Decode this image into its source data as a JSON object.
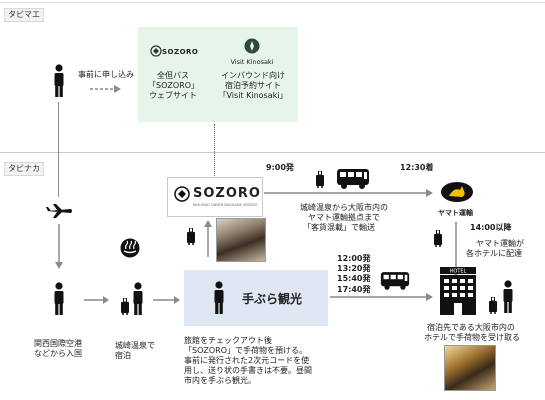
{
  "sections": {
    "tabimae": "タビマエ",
    "tabinaka": "タビナカ"
  },
  "pre_trip": {
    "apply_label": "事前に申し込み",
    "sozoro_logo": "SOZORO",
    "sozoro_desc": [
      "全但バス",
      "「SOZORO」",
      "ウェブサイト"
    ],
    "visit_logo": "Visit Kinosaki",
    "visit_desc": [
      "インバウンド向け",
      "宿泊予約サイト",
      "「Visit Kinosaki」"
    ]
  },
  "during_trip": {
    "sozoro_sign": "SOZORO",
    "sozoro_sign_sub": "KINOSAKI ONSEN BAGGAGE SERVICE",
    "time_depart": "9:00発",
    "time_arrive": "12:30着",
    "transport_text": [
      "城崎温泉から大阪市内の",
      "ヤマト運輸拠点まで",
      "「客貨混載」で輸送"
    ],
    "yamato_label": "ヤマト運輸",
    "delivery_time": "14:00以降",
    "delivery_text": [
      "ヤマト運輸が",
      "各ホテルに配達"
    ],
    "bus_times": [
      "12:00発",
      "13:20発",
      "15:40発",
      "17:40発"
    ],
    "tebura_label": "手ぶら観光",
    "arrival_text": [
      "関西国際空港",
      "などから入国"
    ],
    "stay_text": [
      "城崎温泉で",
      "宿泊"
    ],
    "checkout_text": [
      "旅館をチェックアウト後",
      "「SOZORO」で手荷物を預ける。",
      "事前に発行された2次元コードを使",
      "用し、送り状の手書きは不要。昼間",
      "市内を手ぶら観光。"
    ],
    "hotel_sign": "HOTEL",
    "hotel_text": [
      "宿泊先である大阪市内の",
      "ホテルで手荷物を受け取る"
    ]
  },
  "colors": {
    "green_box": "#e6f4ea",
    "blue_box": "#dfe7f3",
    "arrow": "#8a8a8a",
    "icon": "#111111"
  }
}
